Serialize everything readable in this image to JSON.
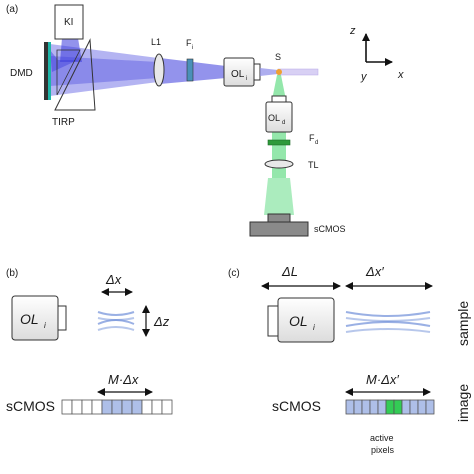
{
  "panel_a": {
    "label": "(a)",
    "ki": "KI",
    "dmd": "DMD",
    "tirp": "TIRP",
    "l1": "L1",
    "fi_main": "F",
    "fi_sub": "i",
    "oli_main": "OL",
    "oli_sub": "i",
    "s": "S",
    "old_main": "OL",
    "old_sub": "d",
    "fd_main": "F",
    "fd_sub": "d",
    "tl": "TL",
    "scmos": "sCMOS",
    "axis_z": "z",
    "axis_y": "y",
    "axis_x": "x"
  },
  "panel_b": {
    "label": "(b)",
    "dx": "Δx",
    "dz": "Δz",
    "ol_main": "OL",
    "ol_sub": "i",
    "mdx": "M·Δx",
    "scmos": "sCMOS"
  },
  "panel_c": {
    "label": "(c)",
    "dL": "ΔL",
    "dxp": "Δx′",
    "ol_main": "OL",
    "ol_sub": "i",
    "mdxp": "M·Δx′",
    "scmos": "sCMOS",
    "active_line1": "active",
    "active_line2": "pixels"
  },
  "row_labels": {
    "sample": "sample",
    "image": "image"
  },
  "colors": {
    "blue_beam": "#3b3bdc",
    "green_beam": "#66dd88",
    "filter_green": "#2e9a3a",
    "filter_teal": "#4a90b8",
    "pixel_blue": "#aebfe8",
    "pixel_active": "#33cc55",
    "sheet_blue": "#6f8fd8",
    "dmd_teal": "#1fb5a8"
  }
}
